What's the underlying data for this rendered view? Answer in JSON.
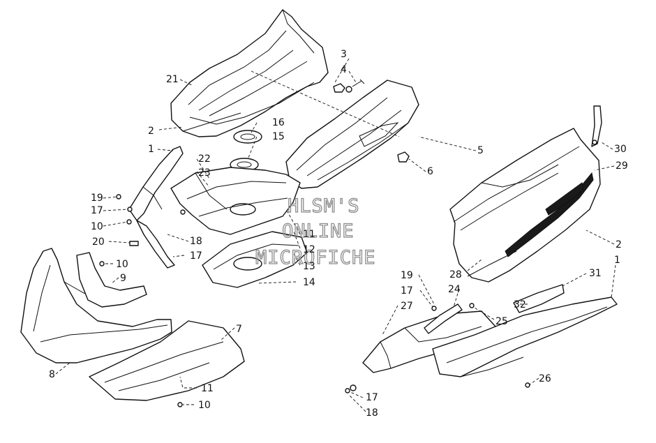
{
  "callouts": [
    {
      "id": "c21",
      "text": "21"
    },
    {
      "id": "c3",
      "text": "3"
    },
    {
      "id": "c4",
      "text": "4"
    },
    {
      "id": "c2a",
      "text": "2"
    },
    {
      "id": "c16",
      "text": "16"
    },
    {
      "id": "c15",
      "text": "15"
    },
    {
      "id": "c1a",
      "text": "1"
    },
    {
      "id": "c22",
      "text": "22"
    },
    {
      "id": "c23",
      "text": "23"
    },
    {
      "id": "c5",
      "text": "5"
    },
    {
      "id": "c6",
      "text": "6"
    },
    {
      "id": "c30",
      "text": "30"
    },
    {
      "id": "c29",
      "text": "29"
    },
    {
      "id": "c19a",
      "text": "19"
    },
    {
      "id": "c17a",
      "text": "17"
    },
    {
      "id": "c10a",
      "text": "10"
    },
    {
      "id": "c20",
      "text": "20"
    },
    {
      "id": "c18a",
      "text": "18"
    },
    {
      "id": "c17b",
      "text": "17"
    },
    {
      "id": "c11a",
      "text": "11"
    },
    {
      "id": "c12",
      "text": "12"
    },
    {
      "id": "c13",
      "text": "13"
    },
    {
      "id": "c14",
      "text": "14"
    },
    {
      "id": "c2b",
      "text": "2"
    },
    {
      "id": "c10b",
      "text": "10"
    },
    {
      "id": "c9",
      "text": "9"
    },
    {
      "id": "c28",
      "text": "28"
    },
    {
      "id": "c31",
      "text": "31"
    },
    {
      "id": "c1b",
      "text": "1"
    },
    {
      "id": "c19b",
      "text": "19"
    },
    {
      "id": "c17c",
      "text": "17"
    },
    {
      "id": "c24",
      "text": "24"
    },
    {
      "id": "c32",
      "text": "32"
    },
    {
      "id": "c25",
      "text": "25"
    },
    {
      "id": "c27",
      "text": "27"
    },
    {
      "id": "c7",
      "text": "7"
    },
    {
      "id": "c8",
      "text": "8"
    },
    {
      "id": "c11b",
      "text": "11"
    },
    {
      "id": "c10c",
      "text": "10"
    },
    {
      "id": "c26",
      "text": "26"
    },
    {
      "id": "c17d",
      "text": "17"
    },
    {
      "id": "c18b",
      "text": "18"
    }
  ],
  "watermark": {
    "line1": "HLSM'S",
    "line2": "ONLINE",
    "line3": "MICROFICHE"
  }
}
